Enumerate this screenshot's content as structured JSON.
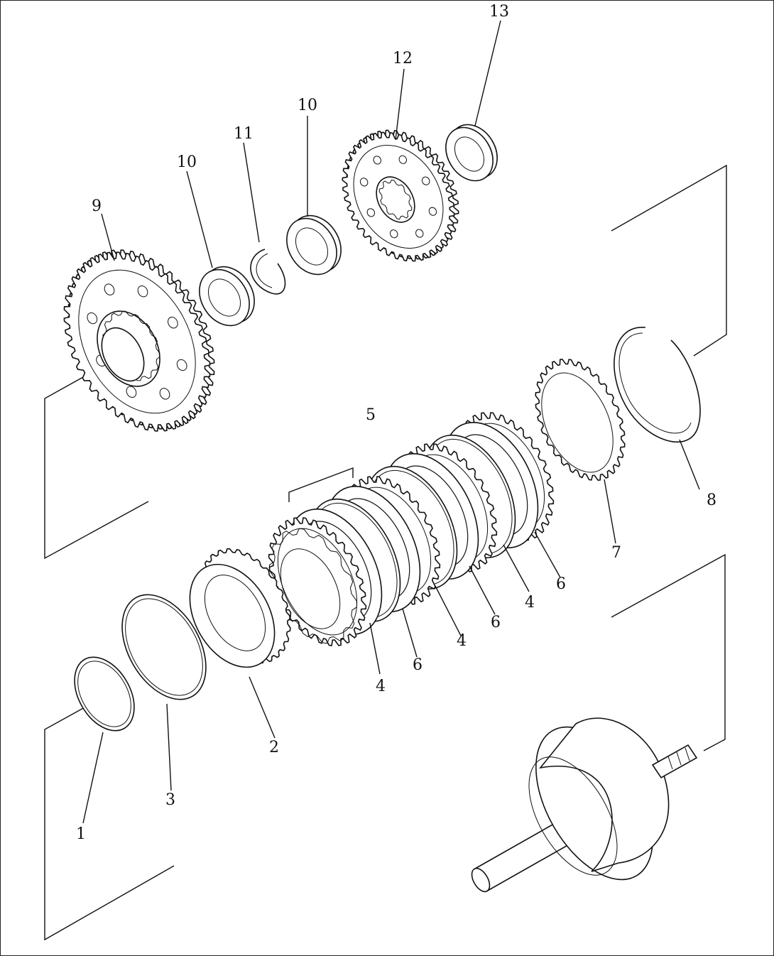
{
  "callouts": [
    {
      "id": "c13",
      "text": "13"
    },
    {
      "id": "c12",
      "text": "12"
    },
    {
      "id": "c10a",
      "text": "10"
    },
    {
      "id": "c11",
      "text": "11"
    },
    {
      "id": "c10b",
      "text": "10"
    },
    {
      "id": "c9",
      "text": "9"
    },
    {
      "id": "c5",
      "text": "5"
    },
    {
      "id": "c8",
      "text": "8"
    },
    {
      "id": "c7",
      "text": "7"
    },
    {
      "id": "c6a",
      "text": "6"
    },
    {
      "id": "c4a",
      "text": "4"
    },
    {
      "id": "c6b",
      "text": "6"
    },
    {
      "id": "c4b",
      "text": "4"
    },
    {
      "id": "c6c",
      "text": "6"
    },
    {
      "id": "c4c",
      "text": "4"
    },
    {
      "id": "c2",
      "text": "2"
    },
    {
      "id": "c3",
      "text": "3"
    },
    {
      "id": "c1",
      "text": "1"
    }
  ]
}
